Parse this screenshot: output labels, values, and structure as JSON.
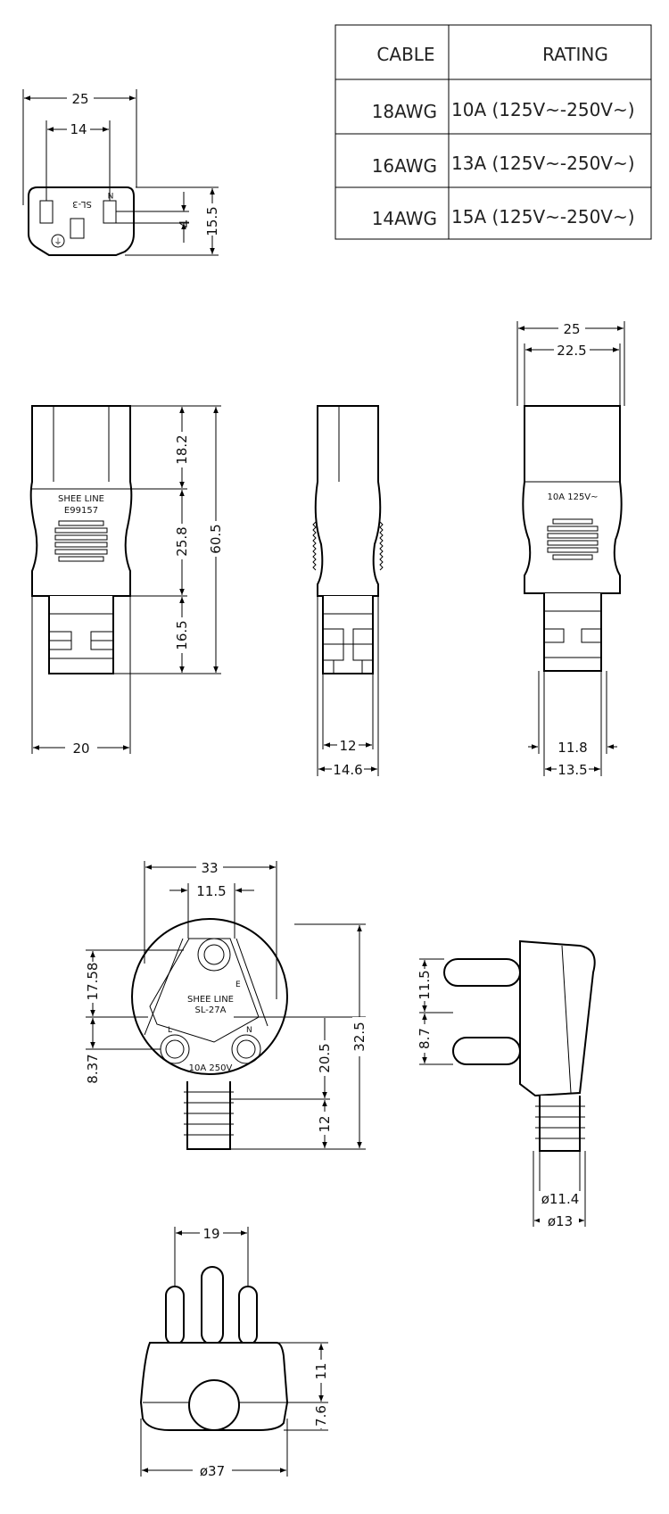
{
  "table": {
    "header": {
      "cable": "CABLE",
      "rating": "RATING"
    },
    "rows": [
      {
        "cable": "18AWG",
        "rating": "10A (125V~-250V~)"
      },
      {
        "cable": "16AWG",
        "rating": "13A (125V~-250V~)"
      },
      {
        "cable": "14AWG",
        "rating": "15A (125V~-250V~)"
      }
    ]
  },
  "face_view": {
    "dims": {
      "width": "25",
      "pin_spacing": "14",
      "height": "15.5",
      "pin_offset": "4"
    },
    "labels": {
      "model": "SL-3",
      "neutral": "N",
      "earth": "⏚"
    }
  },
  "connector_front": {
    "dims": {
      "top": "18.2",
      "middle": "25.8",
      "total": "60.5",
      "bottom": "16.5",
      "width": "20"
    },
    "labels": {
      "brand": "SHEE LINE",
      "cert": "E99157"
    }
  },
  "connector_side": {
    "dims": {
      "inner": "12",
      "outer": "14.6"
    }
  },
  "connector_back": {
    "dims": {
      "outer": "25",
      "inner": "22.5",
      "cable_inner": "11.8",
      "cable_outer": "13.5"
    },
    "labels": {
      "rating": "10A 125V~"
    }
  },
  "plug_face": {
    "dims": {
      "width": "33",
      "pin_gap": "11.5",
      "e_offset": "17.58",
      "ln_offset": "8.37",
      "center": "20.5",
      "total": "32.5",
      "tail": "12"
    },
    "labels": {
      "brand": "SHEE LINE",
      "model": "SL-27A",
      "rating": "10A 250V",
      "earth": "E",
      "line": "L",
      "neutral": "N"
    }
  },
  "plug_side": {
    "dims": {
      "pin_a": "11.5",
      "pin_b": "8.7",
      "cable_inner": "ø11.4",
      "cable_outer": "ø13"
    }
  },
  "plug_top": {
    "dims": {
      "pin_span": "19",
      "height": "11",
      "base": "7.6",
      "diameter": "ø37"
    }
  }
}
